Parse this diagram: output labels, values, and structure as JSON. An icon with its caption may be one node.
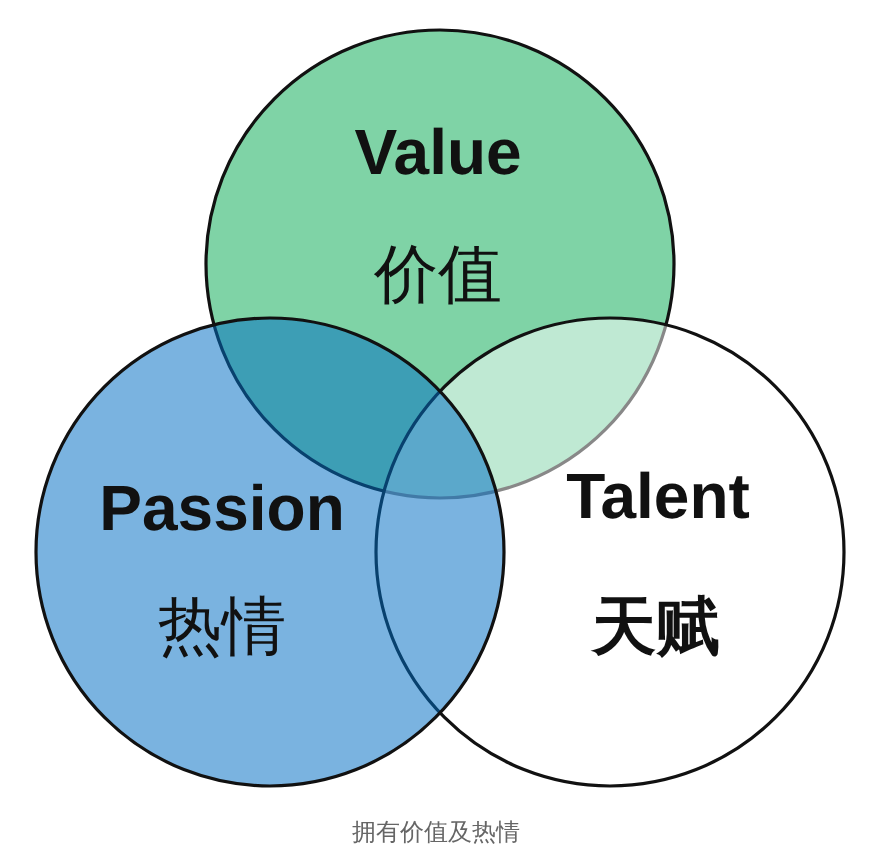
{
  "diagram": {
    "caption": "拥有价值及热情",
    "nodes": [
      {
        "text": [
          "Value",
          "价值"
        ]
      },
      {
        "text": [
          "Passion",
          "热情"
        ]
      },
      {
        "text": [
          "Talent",
          "天赋"
        ]
      }
    ]
  }
}
